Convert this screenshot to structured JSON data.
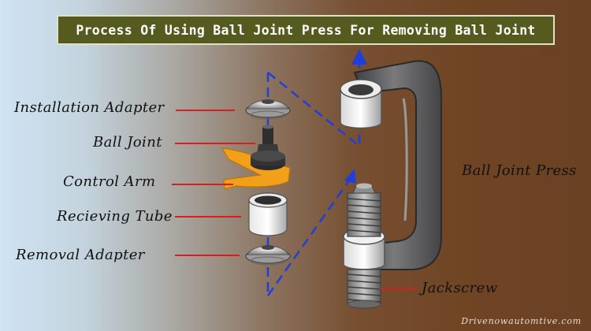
{
  "title": "Process Of Using Ball Joint Press For Removing Ball Joint",
  "labels": {
    "installation_adapter": "Installation Adapter",
    "ball_joint": "Ball Joint",
    "control_arm": "Control Arm",
    "receiving_tube": "Recieving Tube",
    "removal_adapter": "Removal Adapter",
    "ball_joint_press": "Ball Joint Press",
    "jackscrew": "Jackscrew"
  },
  "watermark": "Drivenowautomtive.com",
  "colors": {
    "title_bg": "#555a1f",
    "leader_line": "#d81e1e",
    "dashed_arrow": "#1f3fd8",
    "control_arm": "#f2a019",
    "press_body": "#5e5e60"
  }
}
